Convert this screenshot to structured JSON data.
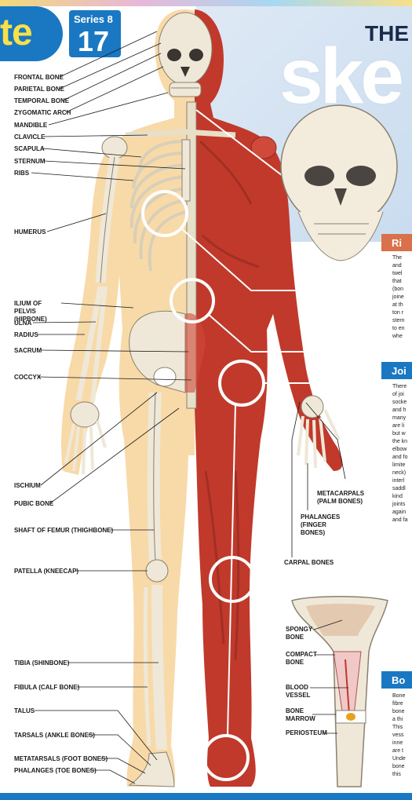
{
  "header": {
    "logo_text": "te",
    "series_label": "Series 8",
    "series_number": "17",
    "title_line1": "THE",
    "title_line2": "ske"
  },
  "labels_left": {
    "frontal": "FRONTAL BONE",
    "parietal": "PARIETAL BONE",
    "temporal": "TEMPORAL BONE",
    "zygomatic": "ZYGOMATIC ARCH",
    "mandible": "MANDIBLE",
    "clavicle": "CLAVICLE",
    "scapula": "SCAPULA",
    "sternum": "STERNUM",
    "ribs": "RIBS",
    "humerus": "HUMERUS",
    "ilium": "ILIUM OF PELVIS (HIPBONE)",
    "ulna": "ULNA",
    "radius": "RADIUS",
    "sacrum": "SACRUM",
    "coccyx": "COCCYX",
    "ischium": "ISCHIUM",
    "pubic": "PUBIC BONE",
    "femur": "SHAFT OF FEMUR (THIGHBONE)",
    "patella": "PATELLA (KNEECAP)",
    "tibia": "TIBIA (SHINBONE)",
    "fibula": "FIBULA (CALF BONE)",
    "talus": "TALUS",
    "tarsals": "TARSALS (ANKLE BONES)",
    "metatarsals": "METATARSALS (FOOT BONES)",
    "phalanges_toe": "PHALANGES (TOE BONES)"
  },
  "labels_right": {
    "metacarpals": "METACARPALS (PALM BONES)",
    "phalanges_finger": "PHALANGES (FINGER BONES)",
    "carpal": "CARPAL BONES",
    "spongy": "SPONGY BONE",
    "compact": "COMPACT BONE",
    "vessel": "BLOOD VESSEL",
    "marrow": "BONE MARROW",
    "periosteum": "PERIOSTEUM"
  },
  "sidebar": {
    "ribs_heading": "Ri",
    "ribs_lines": [
      "The",
      "and",
      "twel",
      "that",
      "(bon",
      "joine",
      "at th",
      "ton r",
      "stern",
      "to en",
      "whe"
    ],
    "joints_heading": "Joi",
    "joints_lines": [
      "There",
      "of joi",
      "socke",
      "and h",
      "many",
      "are li",
      "but w",
      "the kn",
      "elbow",
      "and fo",
      "limite",
      "neck)",
      "interl",
      "saddl",
      "kind",
      "joints",
      "again",
      "and fa"
    ],
    "bone_heading": "Bo",
    "bone_lines": [
      "Bone",
      "fibre",
      "bone",
      "a thi",
      "This",
      "vess",
      "inne",
      "are t",
      "Unde",
      "bone",
      "this"
    ]
  },
  "colors": {
    "brand_blue": "#1a78c2",
    "logo_yellow": "#f7e04a",
    "ribs_heading_bg": "#d9714a",
    "joints_heading_bg": "#1a78c2",
    "bone_heading_bg": "#1a78c2",
    "body_outline": "#f8d9a8",
    "muscle": "#c0392b"
  }
}
